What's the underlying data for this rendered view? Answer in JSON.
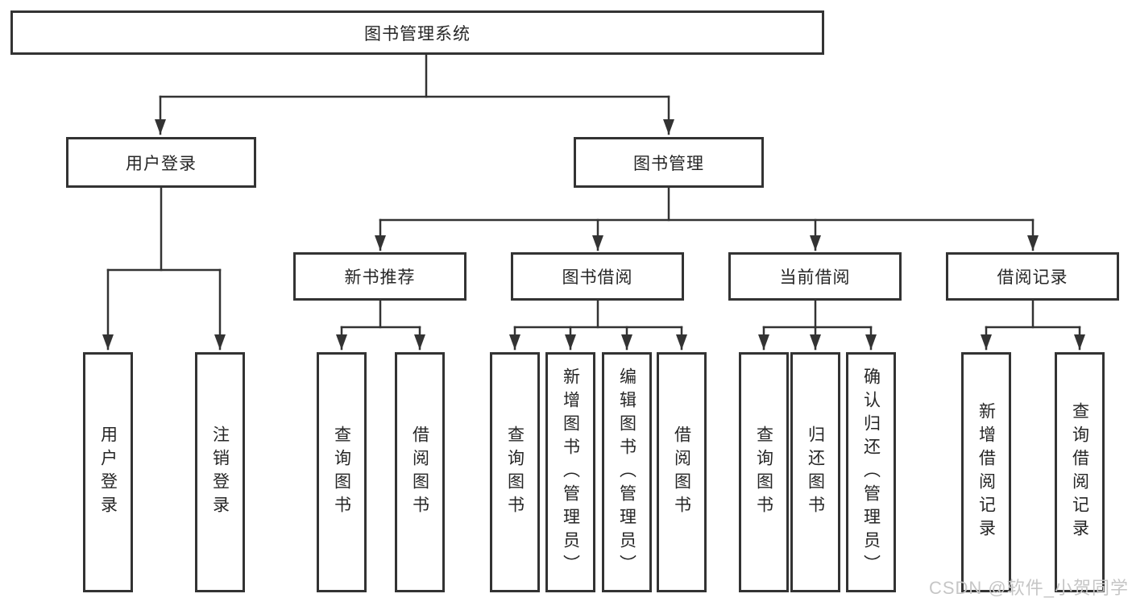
{
  "diagram": {
    "title": "图书管理系统",
    "level2": {
      "user_login": "用户登录",
      "book_mgmt": "图书管理"
    },
    "level3": {
      "new_books": "新书推荐",
      "borrowing": "图书借阅",
      "current": "当前借阅",
      "records": "借阅记录"
    },
    "leaves": {
      "login": [
        "用户登录",
        "注销登录"
      ],
      "new_books": [
        "查询图书",
        "借阅图书"
      ],
      "borrowing": [
        "查询图书",
        "新增图书（管理员）",
        "编辑图书（管理员）",
        "借阅图书"
      ],
      "current": [
        "查询图书",
        "归还图书",
        "确认归还（管理员）"
      ],
      "records": [
        "新增借阅记录",
        "查询借阅记录"
      ]
    },
    "watermark": "CSDN @软件_小贺同学",
    "line_color": "#333333"
  }
}
